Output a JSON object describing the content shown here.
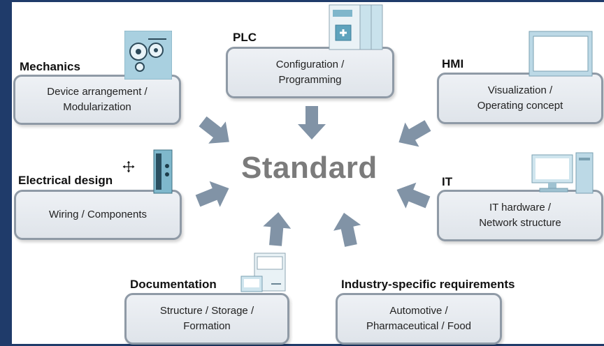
{
  "center_label": "Standard",
  "nodes": {
    "plc": {
      "title": "PLC",
      "line1": "Configuration /",
      "line2": "Programming"
    },
    "mechanics": {
      "title": "Mechanics",
      "line1": "Device arrangement /",
      "line2": "Modularization"
    },
    "hmi": {
      "title": "HMI",
      "line1": "Visualization /",
      "line2": "Operating concept"
    },
    "electrical": {
      "title": "Electrical design",
      "line1": "Wiring / Components"
    },
    "it": {
      "title": "IT",
      "line1": "IT hardware /",
      "line2": "Network structure"
    },
    "documentation": {
      "title": "Documentation",
      "line1": "Structure / Storage /",
      "line2": "Formation"
    },
    "industry": {
      "title": "Industry-specific requirements",
      "line1": "Automotive /",
      "line2": "Pharmaceutical / Food"
    }
  },
  "colors": {
    "frame": "#1f3b6a",
    "arrow": "#8193a6",
    "box_border": "#8f9aa6",
    "center_text": "#7b7b7b"
  }
}
